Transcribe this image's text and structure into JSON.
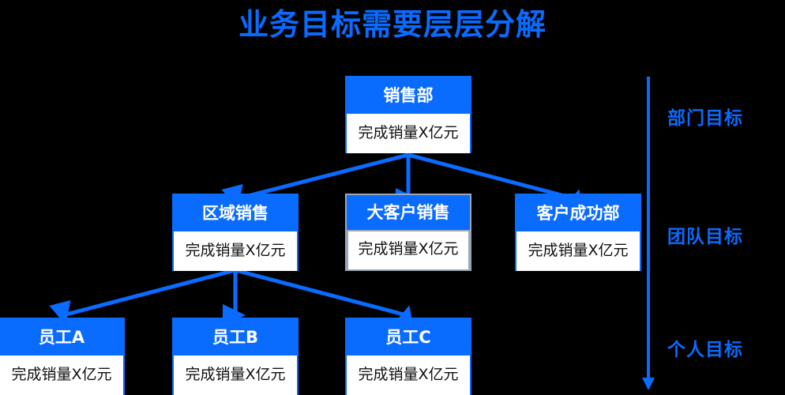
{
  "page": {
    "title": "业务目标需要层层分解",
    "background_color": "#000000",
    "accent_color": "#0a6bff",
    "text_color_on_accent": "#ffffff",
    "body_text_color": "#111111"
  },
  "levels": [
    {
      "side_label": "部门目标",
      "nodes": [
        {
          "header": "销售部",
          "body": "完成销量X亿元"
        }
      ]
    },
    {
      "side_label": "团队目标",
      "nodes": [
        {
          "header": "区域销售",
          "body": "完成销量X亿元"
        },
        {
          "header": "大客户销售",
          "body": "完成销量X亿元"
        },
        {
          "header": "客户成功部",
          "body": "完成销量X亿元"
        }
      ]
    },
    {
      "side_label": "个人目标",
      "nodes": [
        {
          "header": "员工A",
          "body": "完成销量X亿元"
        },
        {
          "header": "员工B",
          "body": "完成销量X亿元"
        },
        {
          "header": "员工C",
          "body": "完成销量X亿元"
        }
      ]
    }
  ]
}
